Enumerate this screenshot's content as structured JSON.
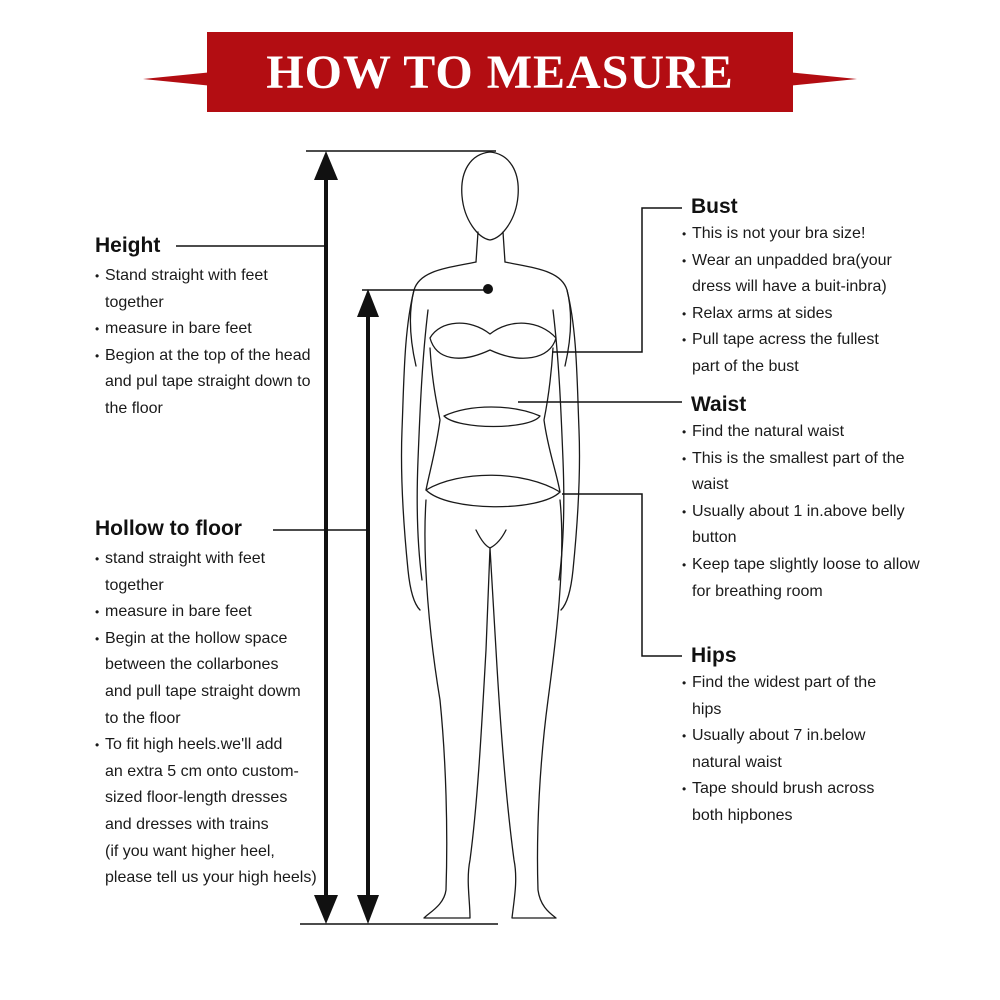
{
  "banner": {
    "title": "HOW TO MEASURE",
    "color": "#b30d12"
  },
  "sections": {
    "height": {
      "heading": "Height",
      "bullets": [
        [
          "Stand straight with feet",
          "together"
        ],
        [
          "measure in bare feet"
        ],
        [
          "Begion at the top of the head",
          "and pul tape straight down to",
          "the floor"
        ]
      ]
    },
    "hollow": {
      "heading": "Hollow to floor",
      "bullets": [
        [
          "stand straight with feet",
          "together"
        ],
        [
          "measure in bare feet"
        ],
        [
          "Begin at the hollow space",
          "between the collarbones",
          "and pull tape straight dowm",
          "to the floor"
        ],
        [
          "To fit high heels.we'll add",
          "an extra 5 cm onto custom-",
          "sized floor-length dresses",
          "and dresses with trains",
          "(if you want higher heel,",
          "please tell us your high heels)"
        ]
      ]
    },
    "bust": {
      "heading": "Bust",
      "bullets": [
        [
          "This is not your bra size!"
        ],
        [
          "Wear an unpadded bra(your",
          "dress will have a buit-inbra)"
        ],
        [
          "Relax arms at sides"
        ],
        [
          "Pull tape acress the fullest",
          "part of the bust"
        ]
      ]
    },
    "waist": {
      "heading": "Waist",
      "bullets": [
        [
          "Find the natural waist"
        ],
        [
          "This is the smallest part of the",
          "waist"
        ],
        [
          "Usually about 1 in.above belly",
          "button"
        ],
        [
          "Keep tape slightly loose to allow",
          "for breathing room"
        ]
      ]
    },
    "hips": {
      "heading": "Hips",
      "bullets": [
        [
          "Find the widest part of the",
          "hips"
        ],
        [
          "Usually about 7 in.below",
          "natural waist"
        ],
        [
          "Tape should brush across",
          "both hipbones"
        ]
      ]
    }
  }
}
